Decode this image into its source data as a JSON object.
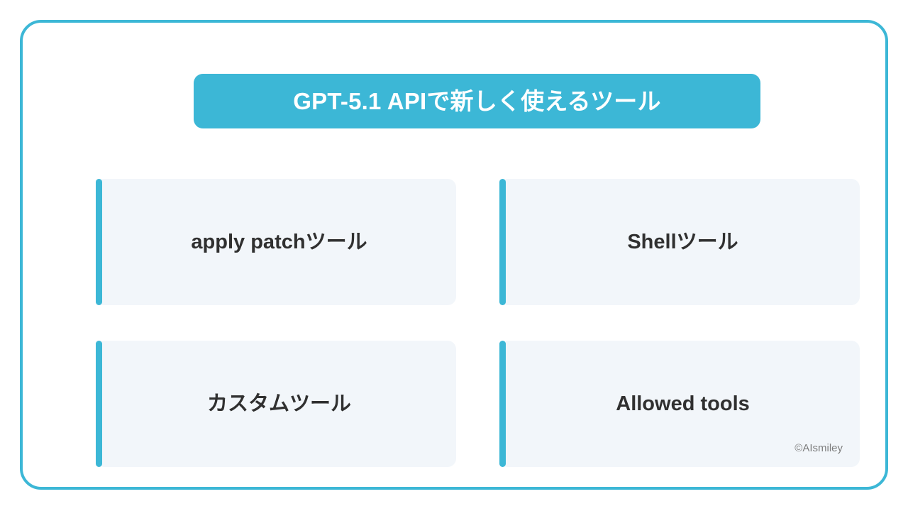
{
  "slide": {
    "title": "GPT-5.1 APIで新しく使えるツール",
    "credit": "©AIsmiley",
    "colors": {
      "accent": "#3CB7D6",
      "card_background": "#F2F6FA",
      "card_text": "#303030",
      "title_text": "#FFFFFF",
      "page_background": "#FFFFFF",
      "credit_text": "#7D7D7D"
    }
  },
  "cards": [
    {
      "label": "apply patchツール"
    },
    {
      "label": "Shellツール"
    },
    {
      "label": "カスタムツール"
    },
    {
      "label": "Allowed tools"
    }
  ]
}
